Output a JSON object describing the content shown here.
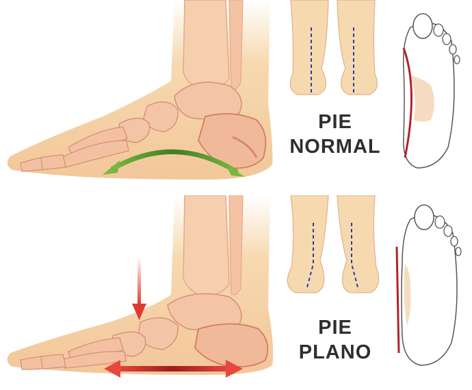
{
  "panels": {
    "normal": {
      "line1": "PIE",
      "line2": "NORMAL"
    },
    "plano": {
      "line1": "PIE",
      "line2": "PLANO"
    }
  },
  "colors": {
    "skin": "#f7d9b0",
    "skin_dark": "#e8b98a",
    "bone": "#f2c6a2",
    "bone_shade": "#c9785f",
    "arch_arrow": "#5a9a2f",
    "flat_arrow": "#d8362c",
    "guide_line": "#2c3e9a",
    "sole_line": "#b2222a"
  },
  "icons": [
    "foot-side-skeleton",
    "legs-rear-view",
    "footprint-sole"
  ]
}
